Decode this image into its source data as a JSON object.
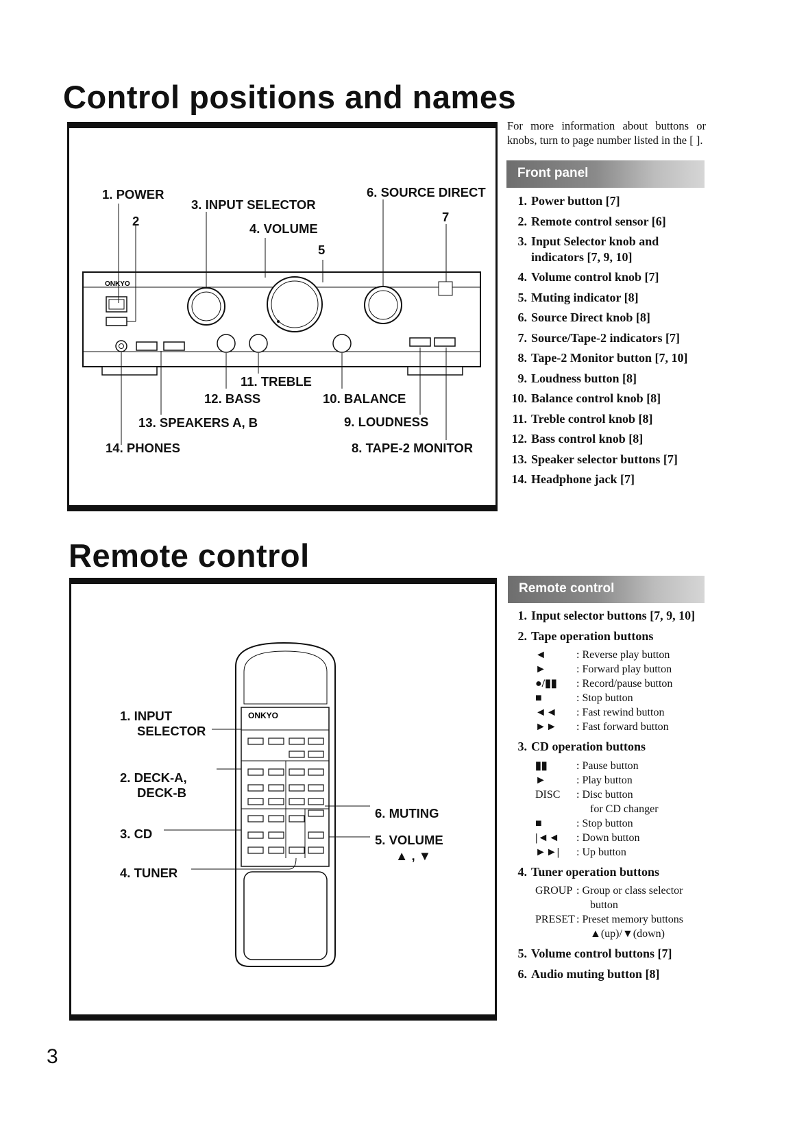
{
  "page_title": "Control positions and names",
  "remote_title": "Remote control",
  "intro": "For more information about buttons or knobs, turn to page number listed in the [ ].",
  "front_panel": {
    "heading": "Front panel",
    "brand": "ONKYO",
    "callouts": {
      "c1": "1. POWER",
      "c2": "2",
      "c3": "3. INPUT SELECTOR",
      "c4": "4. VOLUME",
      "c5": "5",
      "c6": "6. SOURCE DIRECT",
      "c7": "7",
      "c8": "8. TAPE-2 MONITOR",
      "c9": "9. LOUDNESS",
      "c10": "10. BALANCE",
      "c11": "11. TREBLE",
      "c12": "12. BASS",
      "c13": "13. SPEAKERS A, B",
      "c14": "14. PHONES"
    },
    "items": [
      {
        "n": "1.",
        "text": "Power button [7]"
      },
      {
        "n": "2.",
        "text": "Remote control sensor [6]"
      },
      {
        "n": "3.",
        "text": "Input Selector knob and indicators [7, 9, 10]"
      },
      {
        "n": "4.",
        "text": "Volume control knob [7]"
      },
      {
        "n": "5.",
        "text": "Muting indicator [8]"
      },
      {
        "n": "6.",
        "text": "Source Direct knob [8]"
      },
      {
        "n": "7.",
        "text": "Source/Tape-2 indicators [7]"
      },
      {
        "n": "8.",
        "text": "Tape-2 Monitor button [7, 10]"
      },
      {
        "n": "9.",
        "text": "Loudness button [8]"
      },
      {
        "n": "10.",
        "text": "Balance control knob [8]"
      },
      {
        "n": "11.",
        "text": "Treble control knob [8]"
      },
      {
        "n": "12.",
        "text": "Bass control knob [8]"
      },
      {
        "n": "13.",
        "text": "Speaker selector buttons [7]"
      },
      {
        "n": "14.",
        "text": "Headphone jack [7]"
      }
    ]
  },
  "remote": {
    "heading": "Remote control",
    "brand": "ONKYO",
    "callouts": {
      "c1a": "1. INPUT",
      "c1b": "SELECTOR",
      "c2a": "2. DECK-A,",
      "c2b": "DECK-B",
      "c3": "3. CD",
      "c4": "4. TUNER",
      "c5": "5. VOLUME",
      "c5b": "▲ , ▼",
      "c6": "6. MUTING"
    },
    "items": {
      "i1": {
        "n": "1.",
        "text": "Input selector buttons [7, 9, 10]"
      },
      "i2": {
        "n": "2.",
        "text": "Tape operation buttons"
      },
      "tape_ops": [
        {
          "sym": "◄",
          "desc": ": Reverse play button"
        },
        {
          "sym": "►",
          "desc": ": Forward play button"
        },
        {
          "sym": "●/▮▮",
          "desc": ": Record/pause button"
        },
        {
          "sym": "■",
          "desc": ": Stop button"
        },
        {
          "sym": "◄◄",
          "desc": ": Fast rewind button"
        },
        {
          "sym": "►►",
          "desc": ": Fast forward button"
        }
      ],
      "i3": {
        "n": "3.",
        "text": "CD operation buttons"
      },
      "cd_ops": [
        {
          "sym": "▮▮",
          "desc": ": Pause button"
        },
        {
          "sym": "►",
          "desc": ": Play button"
        },
        {
          "sym": "DISC",
          "desc": ": Disc button",
          "desc2": "for CD changer"
        },
        {
          "sym": "■",
          "desc": ": Stop button"
        },
        {
          "sym": "|◄◄",
          "desc": ": Down button"
        },
        {
          "sym": "►►|",
          "desc": ": Up button"
        }
      ],
      "i4": {
        "n": "4.",
        "text": "Tuner operation buttons"
      },
      "tuner_ops": [
        {
          "sym": "GROUP",
          "desc": ": Group or class selector",
          "desc2": "button"
        },
        {
          "sym": "PRESET",
          "desc": ": Preset memory buttons",
          "desc2": "▲(up)/▼(down)"
        }
      ],
      "i5": {
        "n": "5.",
        "text": "Volume control buttons [7]"
      },
      "i6": {
        "n": "6.",
        "text": "Audio muting button [8]"
      }
    }
  },
  "page_number": "3"
}
